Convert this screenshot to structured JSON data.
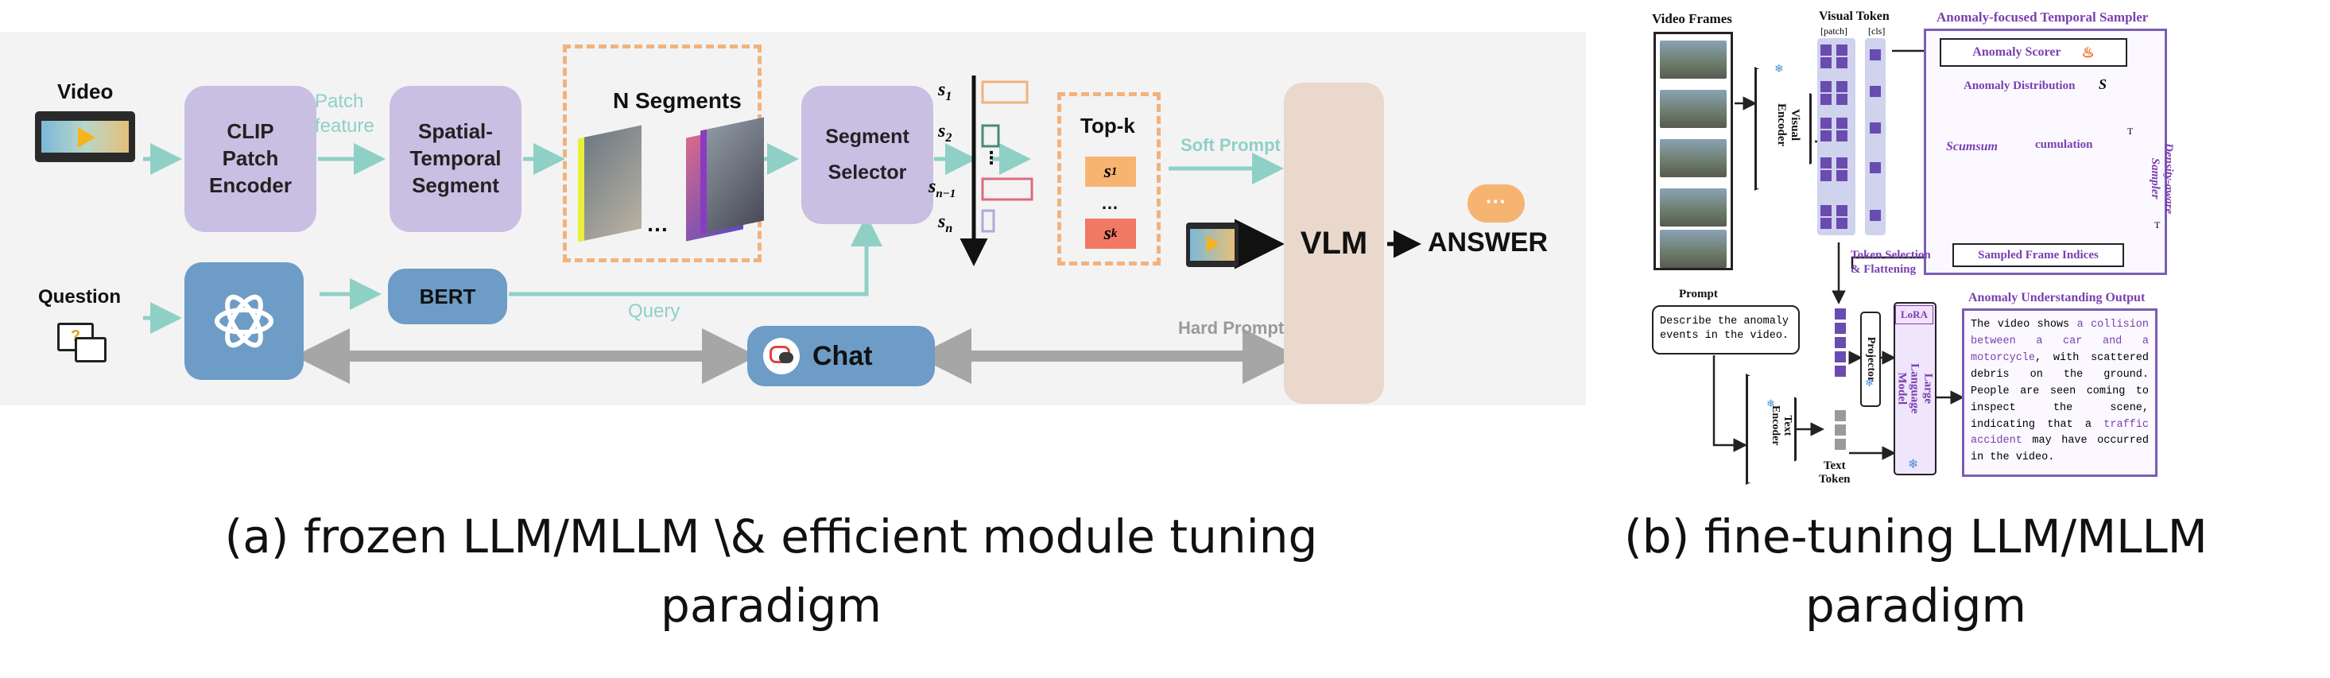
{
  "panel_a": {
    "video_label": "Video",
    "question_label": "Question",
    "clip": "CLIP\nPatch\nEncoder",
    "patch_feature": "Patch\nfeature",
    "spatial_temporal": "Spatial-\nTemporal\nSegment",
    "n_segments": "N Segments",
    "segments_dots": "…",
    "segment_selector": "Segment\nSelector",
    "scores": [
      "s1",
      "s2",
      "⋮",
      "sn−1",
      "sn"
    ],
    "topk_title": "Top-k",
    "topk_items": [
      "s1",
      "…",
      "sk"
    ],
    "soft_prompt": "Soft Prompt",
    "vlm": "VLM",
    "answer": "ANSWER",
    "bert": "BERT",
    "query": "Query",
    "chat": "Chat",
    "hard_prompt": "Hard Prompt",
    "speech_dots": "···",
    "colors": {
      "lavender": "#c8bfe3",
      "blue": "#6d9cc6",
      "teal": "#8fd0c6",
      "orange": "#f2b27c",
      "vlm": "#ead8cc"
    }
  },
  "panel_b": {
    "video_frames": "Video Frames",
    "visual_encoder": "Visual\nEncoder",
    "visual_token": "Visual Token",
    "patch_tag": "[patch]",
    "cls_tag": "[cls]",
    "sampler_title": "Anomaly-focused Temporal Sampler",
    "anomaly_scorer": "Anomaly Scorer",
    "anomaly_distribution": "Anomaly Distribution",
    "dist_symbol": "S",
    "t_label": "T",
    "cumulation": "cumulation",
    "scumsum": "Scumsum",
    "density_sampler": "Density-aware\nSampler",
    "sampled_indices": "Sampled Frame Indices",
    "token_selection": "Token Selection\n& Flattening",
    "prompt_label": "Prompt",
    "prompt_text": "Describe the anomaly\nevents in the video.",
    "text_encoder": "Text\nEncoder",
    "text_token": "Text\nToken",
    "projector": "Projector",
    "lora": "LoRA",
    "llm": "Large\nLanguage Model",
    "output_title": "Anomaly Understanding Output",
    "output_parts": [
      "The video shows ",
      "a collision between a car and a motorcycle",
      ", with scattered debris on the ground. People are seen coming to inspect the scene, indicating that a ",
      "traffic accident",
      " may have occurred in the video."
    ]
  },
  "captions": {
    "a": "(a) frozen LLM/MLLM \\& efficient module tuning\nparadigm",
    "b": "(b) fine-tuning LLM/MLLM\nparadigm"
  }
}
